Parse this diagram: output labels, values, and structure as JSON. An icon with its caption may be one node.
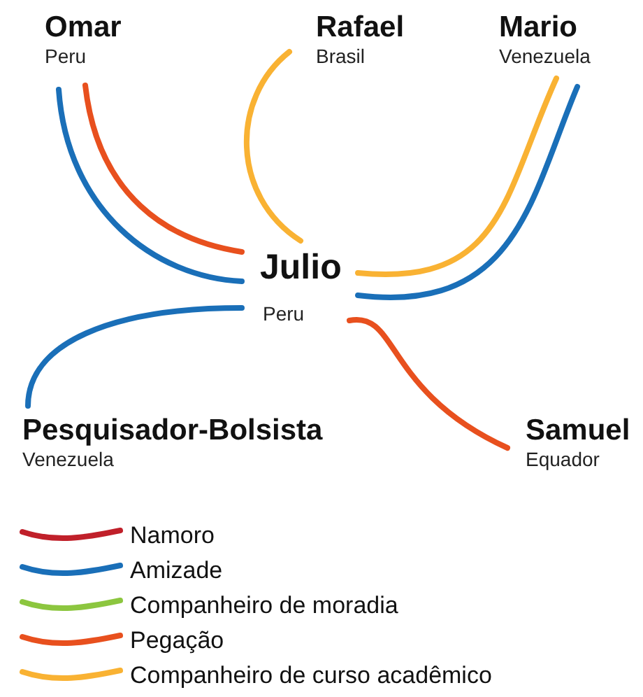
{
  "diagram": {
    "nodes": [
      {
        "text": [
          "Omar",
          "Peru"
        ]
      },
      {
        "text": [
          "Rafael",
          "Brasil"
        ]
      },
      {
        "text": [
          "Mario",
          "Venezuela"
        ]
      },
      {
        "text": [
          "Julio",
          "Peru"
        ]
      },
      {
        "text": [
          "Pesquisador-Bolsista",
          "Venezuela"
        ]
      },
      {
        "text": [
          "Samuel",
          "Equador"
        ]
      }
    ],
    "edges": [
      {
        "from": 0,
        "to": 3,
        "arrow": "none"
      },
      {
        "from": 0,
        "to": 3,
        "arrow": "none",
        "color": "#e8501e"
      },
      {
        "from": 1,
        "to": 3,
        "arrow": "none",
        "color": "#f9b233"
      },
      {
        "from": 2,
        "to": 3,
        "arrow": "none",
        "color": "#f9b233"
      },
      {
        "from": 2,
        "to": 3,
        "arrow": "none"
      },
      {
        "from": 3,
        "to": 4,
        "arrow": "none"
      },
      {
        "from": 3,
        "to": 5,
        "arrow": "none",
        "color": "#e8501e"
      }
    ],
    "legend": [
      {
        "text": "Namoro",
        "color": "#c0202a"
      },
      {
        "text": "Amizade",
        "color": "#1a6fb8"
      },
      {
        "text": "Companheiro de moradia",
        "color": "#8cc63f"
      },
      {
        "text": "Pegação",
        "color": "#e8501e"
      },
      {
        "text": "Companheiro de curso acadêmico",
        "color": "#f9b233"
      }
    ]
  }
}
